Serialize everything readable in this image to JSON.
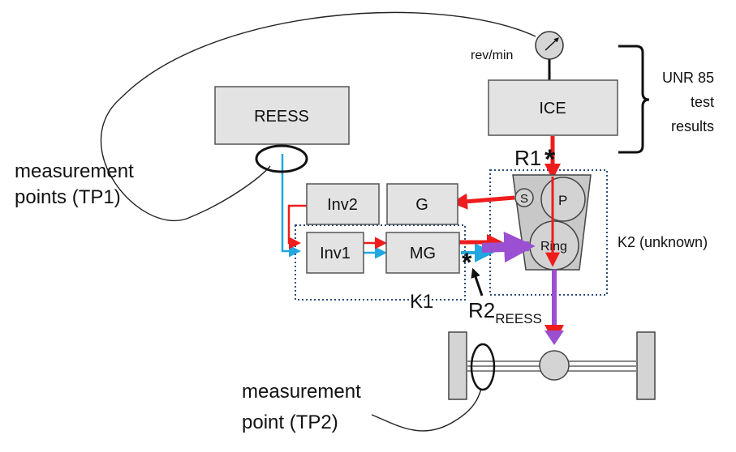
{
  "blocks": {
    "reess": "REESS",
    "ice": "ICE",
    "inv2": "Inv2",
    "generator": "G",
    "inv1": "Inv1",
    "mg": "MG"
  },
  "planetary": {
    "sun": "S",
    "planet": "P",
    "ring": "Ring"
  },
  "labels": {
    "rev_min": "rev/min",
    "unr85_line1": "UNR 85",
    "unr85_line2": "test",
    "unr85_line3": "results",
    "r1": "R1",
    "r2": "R2",
    "r2_sub": "REESS",
    "k1": "K1",
    "k2": "K2 (unknown)",
    "tp1_line1": "measurement",
    "tp1_line2": "points (TP1)",
    "tp2_line1": "measurement",
    "tp2_line2": "point (TP2)"
  },
  "colors": {
    "mechanical_ice": "#ee1c1c",
    "electrical": "#22a7e0",
    "output_power": "#9b4fd1",
    "block_fill": "#e3e3e3",
    "boundary_dotted": "#2e4e7a"
  }
}
